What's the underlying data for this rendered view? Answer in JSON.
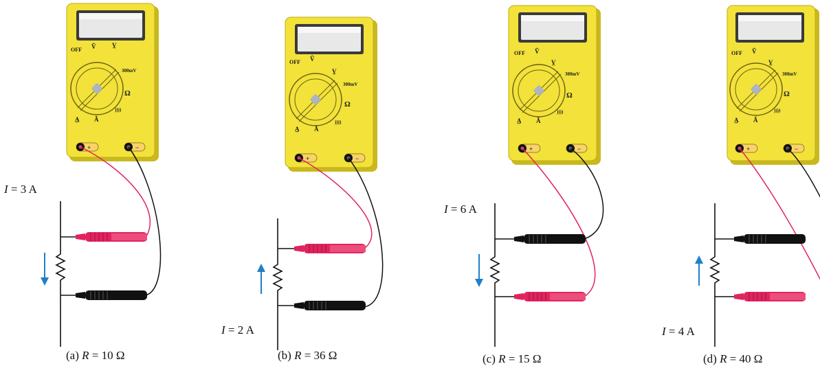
{
  "meter": {
    "off_label": "OFF",
    "volt_ac_label": "Ṽ",
    "volt_dc_label": "V̲",
    "mv_label": "300mV",
    "ohm_label": "Ω",
    "amp_dc_label": "A̲",
    "amp_ac_label": "Ã",
    "continuity_label": "))))",
    "pos_terminal": "+",
    "neg_terminal": "−"
  },
  "panels": [
    {
      "id": "a",
      "caption_prefix": "(a) ",
      "caption_var": "R",
      "caption_value": " = 10 Ω",
      "current_var": "I",
      "current_value": " = 3 A",
      "arrow_direction": "down",
      "top_probe": "red",
      "bottom_probe": "black"
    },
    {
      "id": "b",
      "caption_prefix": "(b) ",
      "caption_var": "R",
      "caption_value": " = 36 Ω",
      "current_var": "I",
      "current_value": " = 2 A",
      "arrow_direction": "up",
      "top_probe": "red",
      "bottom_probe": "black"
    },
    {
      "id": "c",
      "caption_prefix": "(c) ",
      "caption_var": "R",
      "caption_value": " = 15 Ω",
      "current_var": "I",
      "current_value": " = 6 A",
      "arrow_direction": "down",
      "top_probe": "black",
      "bottom_probe": "red"
    },
    {
      "id": "d",
      "caption_prefix": "(d) ",
      "caption_var": "R",
      "caption_value": " = 40 Ω",
      "current_var": "I",
      "current_value": " = 4 A",
      "arrow_direction": "up",
      "top_probe": "black",
      "bottom_probe": "red"
    }
  ],
  "colors": {
    "meter_yellow": "#f2e23a",
    "meter_shadow": "#c9b81e",
    "probe_red": "#e0245e",
    "probe_black": "#111111",
    "arrow_blue": "#1f7fc9"
  }
}
